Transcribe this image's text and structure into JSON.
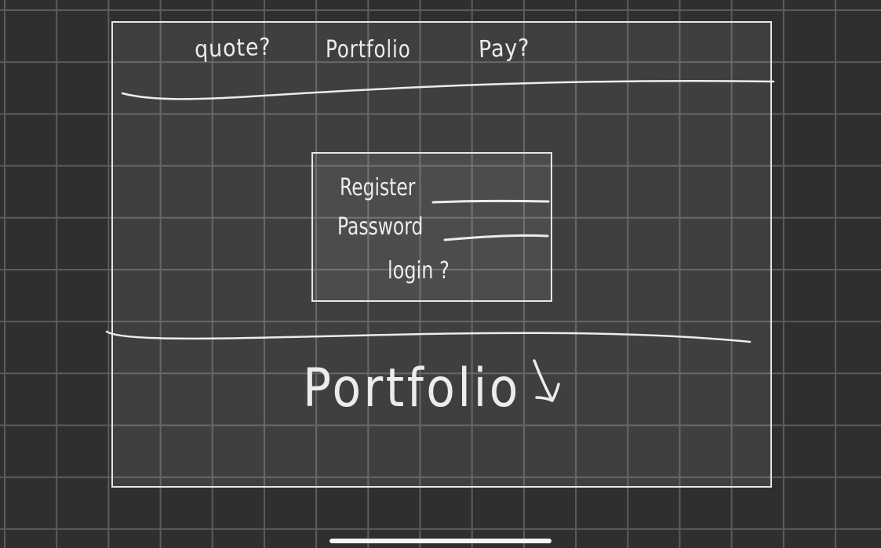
{
  "nav": {
    "quote_label": "quote?",
    "portfolio_label": "Portfolio",
    "pay_label": "Pay?"
  },
  "login_form": {
    "register_label": "Register",
    "password_label": "Password",
    "login_label": "login ?"
  },
  "portfolio_section": {
    "heading": "Portfolio",
    "arrow_icon": "arrow-down-right-icon"
  },
  "colors": {
    "background": "#2f2f2f",
    "grid_lines": "#5c5c5c",
    "ink": "#ececec"
  }
}
